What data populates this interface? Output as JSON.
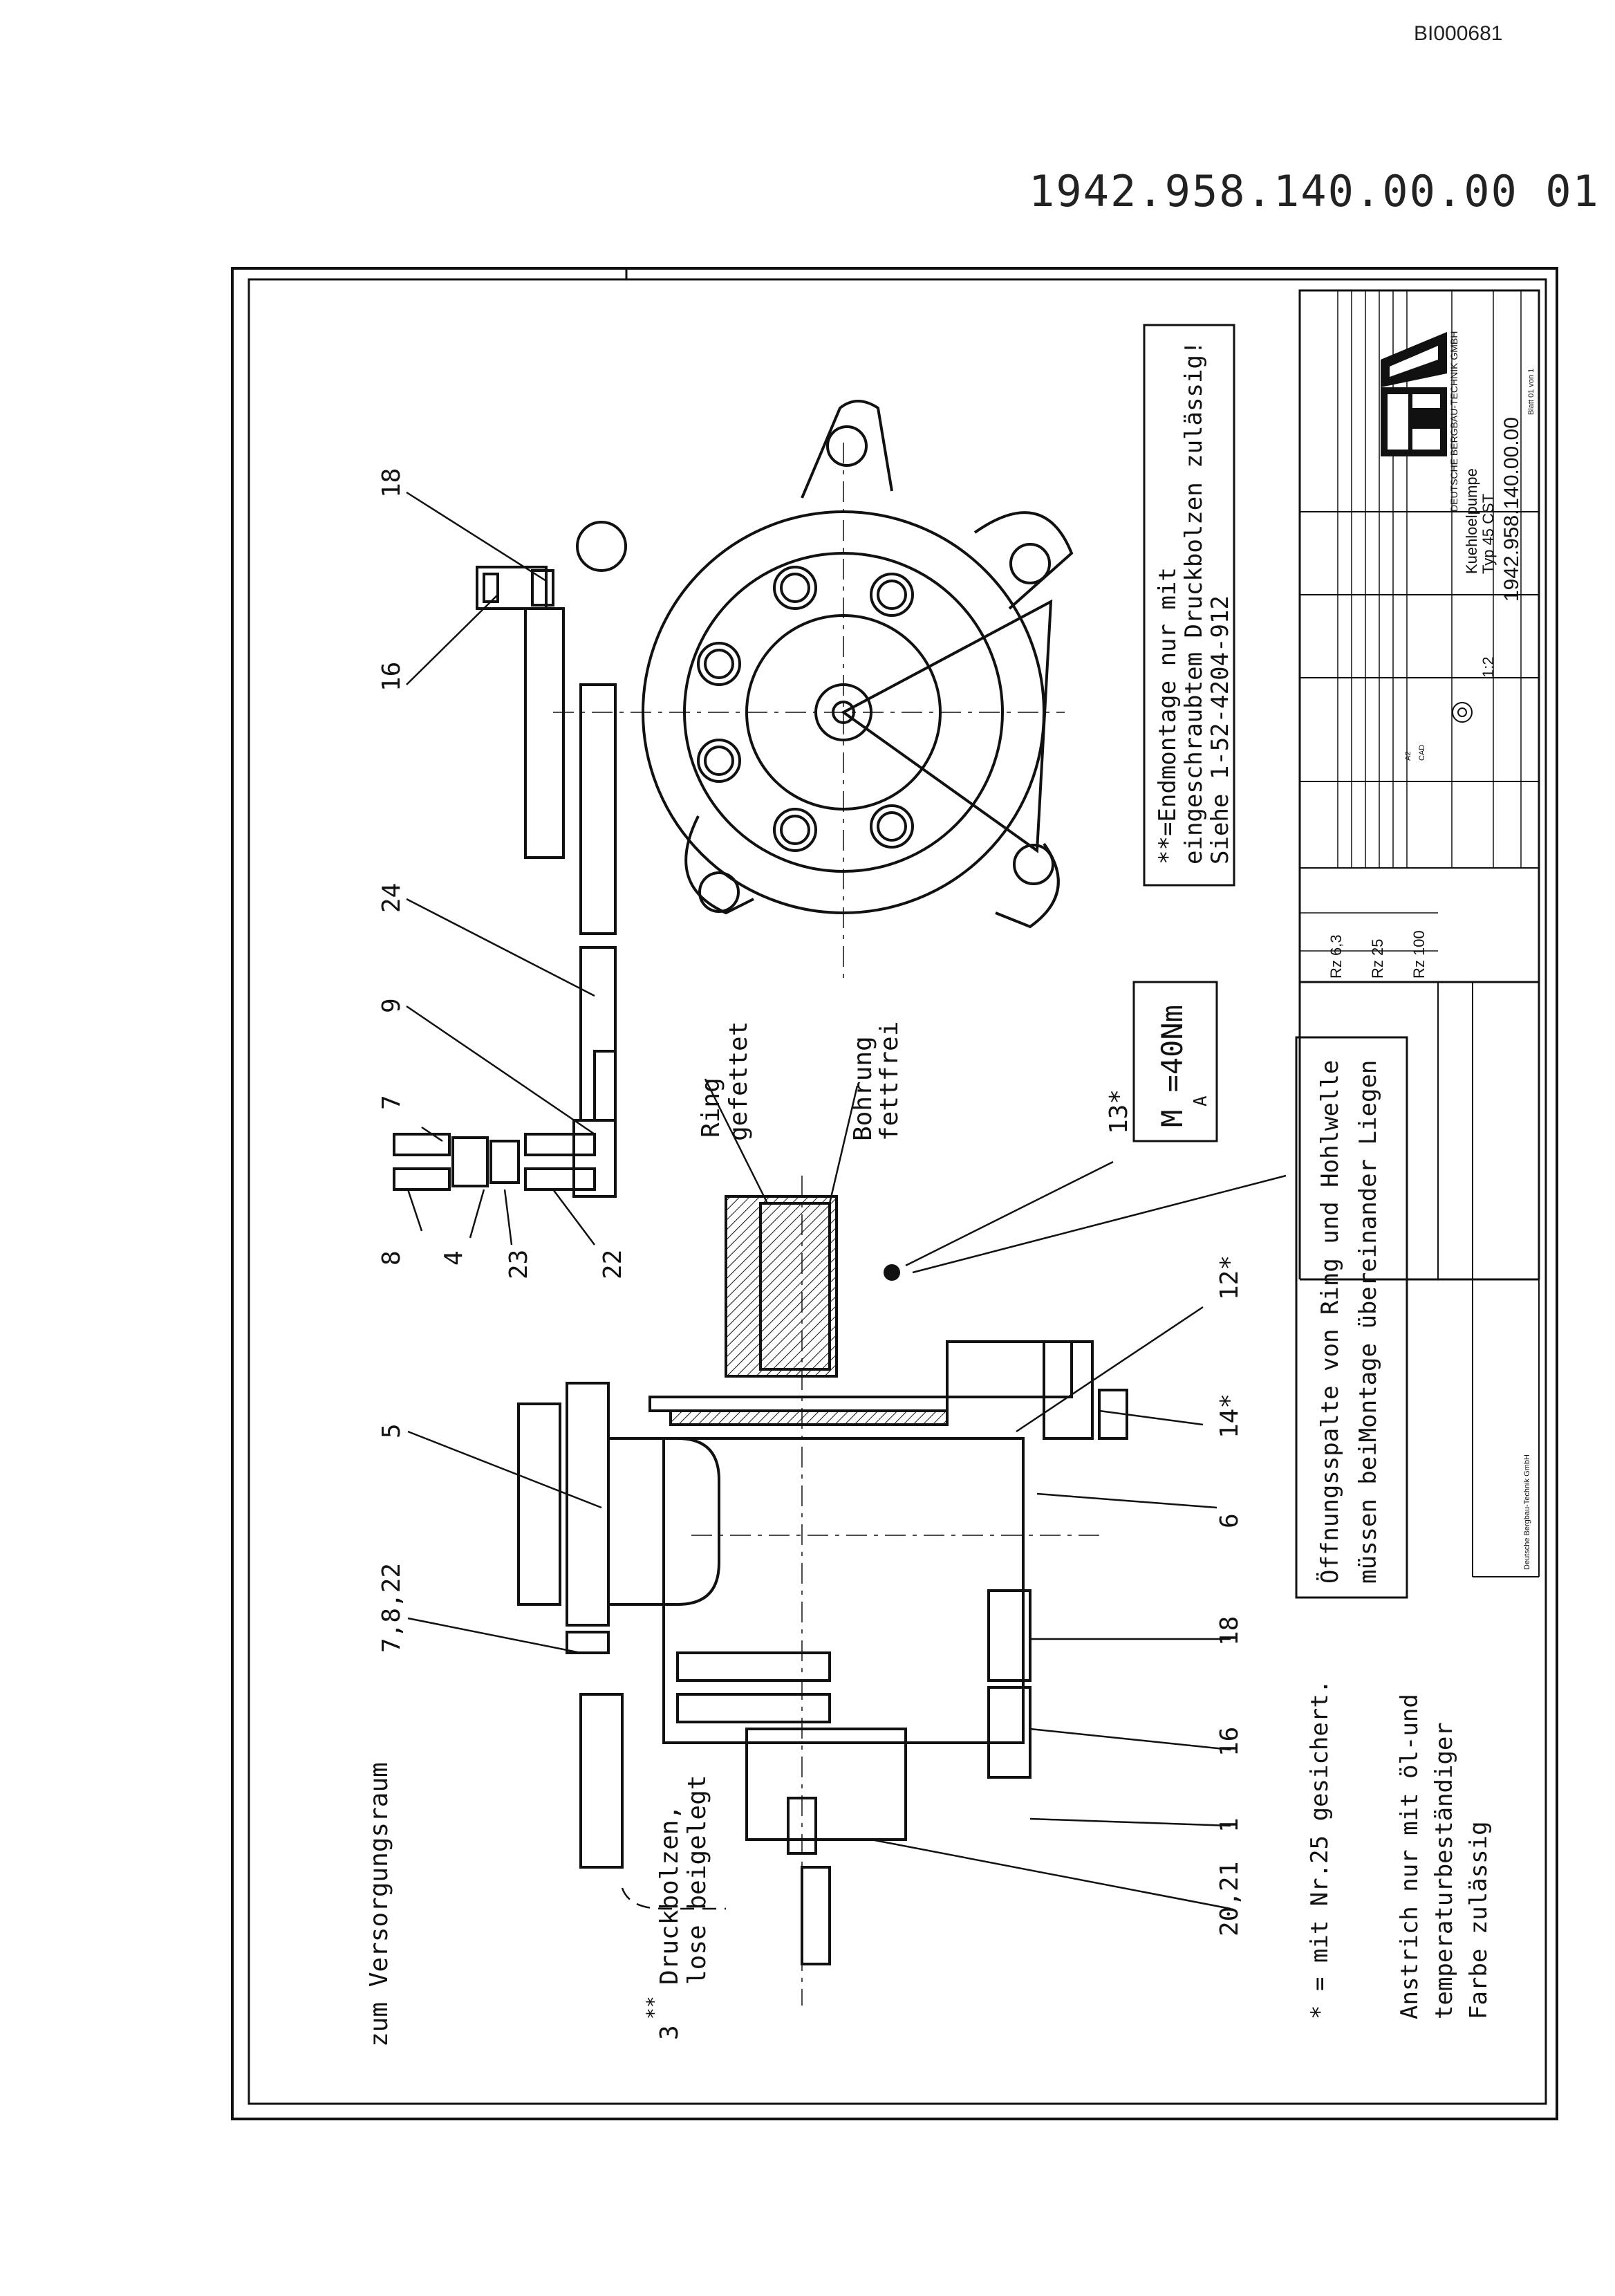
{
  "header": {
    "doc_id": "BI000681",
    "drawing_number": "1942.958.140.00.00 01"
  },
  "notes": {
    "end_assembly": {
      "line1": "**=Endmontage nur mit",
      "line2": "eingeschraubtem Druckbolzen zulässig!",
      "line3": "Siehe 1-52-4204-912"
    },
    "torque": {
      "main": "M =40Nm",
      "sub": "A"
    },
    "gap": {
      "line1": "Öffnungsspalte von Ring und Hohlwelle",
      "line2": "müssen beiMontage übereinander Liegen"
    },
    "ring": {
      "line1": "Ring",
      "line2": "gefettet"
    },
    "bore": {
      "line1": "Bohrung",
      "line2": "fettfrei"
    },
    "secured": "* = mit Nr.25 gesichert.",
    "paint": {
      "line1": "Anstrich nur mit öl-und",
      "line2": "temperaturbeständiger",
      "line3": "Farbe zulässig"
    },
    "supply": "zum Versorgungsraum",
    "pressure_bolt": {
      "num": "3",
      "stars": "**",
      "line1": "Druckbolzen,",
      "line2": "lose beigelegt"
    }
  },
  "callouts": [
    "18",
    "16",
    "24",
    "9",
    "7",
    "8",
    "4",
    "23",
    "22",
    "13*",
    "12*",
    "14*",
    "6",
    "5",
    "7,8,22",
    "18",
    "16",
    "1",
    "20,21"
  ],
  "title_block": {
    "company": "DEUTSCHE BERGBAU-TECHNIK GMBH",
    "logo": "DBT",
    "part_name": "Kuehloelpumpe",
    "type": "Typ 45 CST",
    "drawing_no": "1942.958.140.00.00",
    "scale": "1:2",
    "format": "A2",
    "cad": "CAD",
    "sheet": "Blatt 01 von 1",
    "surface": [
      "Rz 100",
      "Rz 25",
      "Rz 6,3"
    ],
    "footer_company": "Deutsche Bergbau-Technik GmbH"
  },
  "colors": {
    "ink": "#111111",
    "paper": "#ffffff"
  }
}
